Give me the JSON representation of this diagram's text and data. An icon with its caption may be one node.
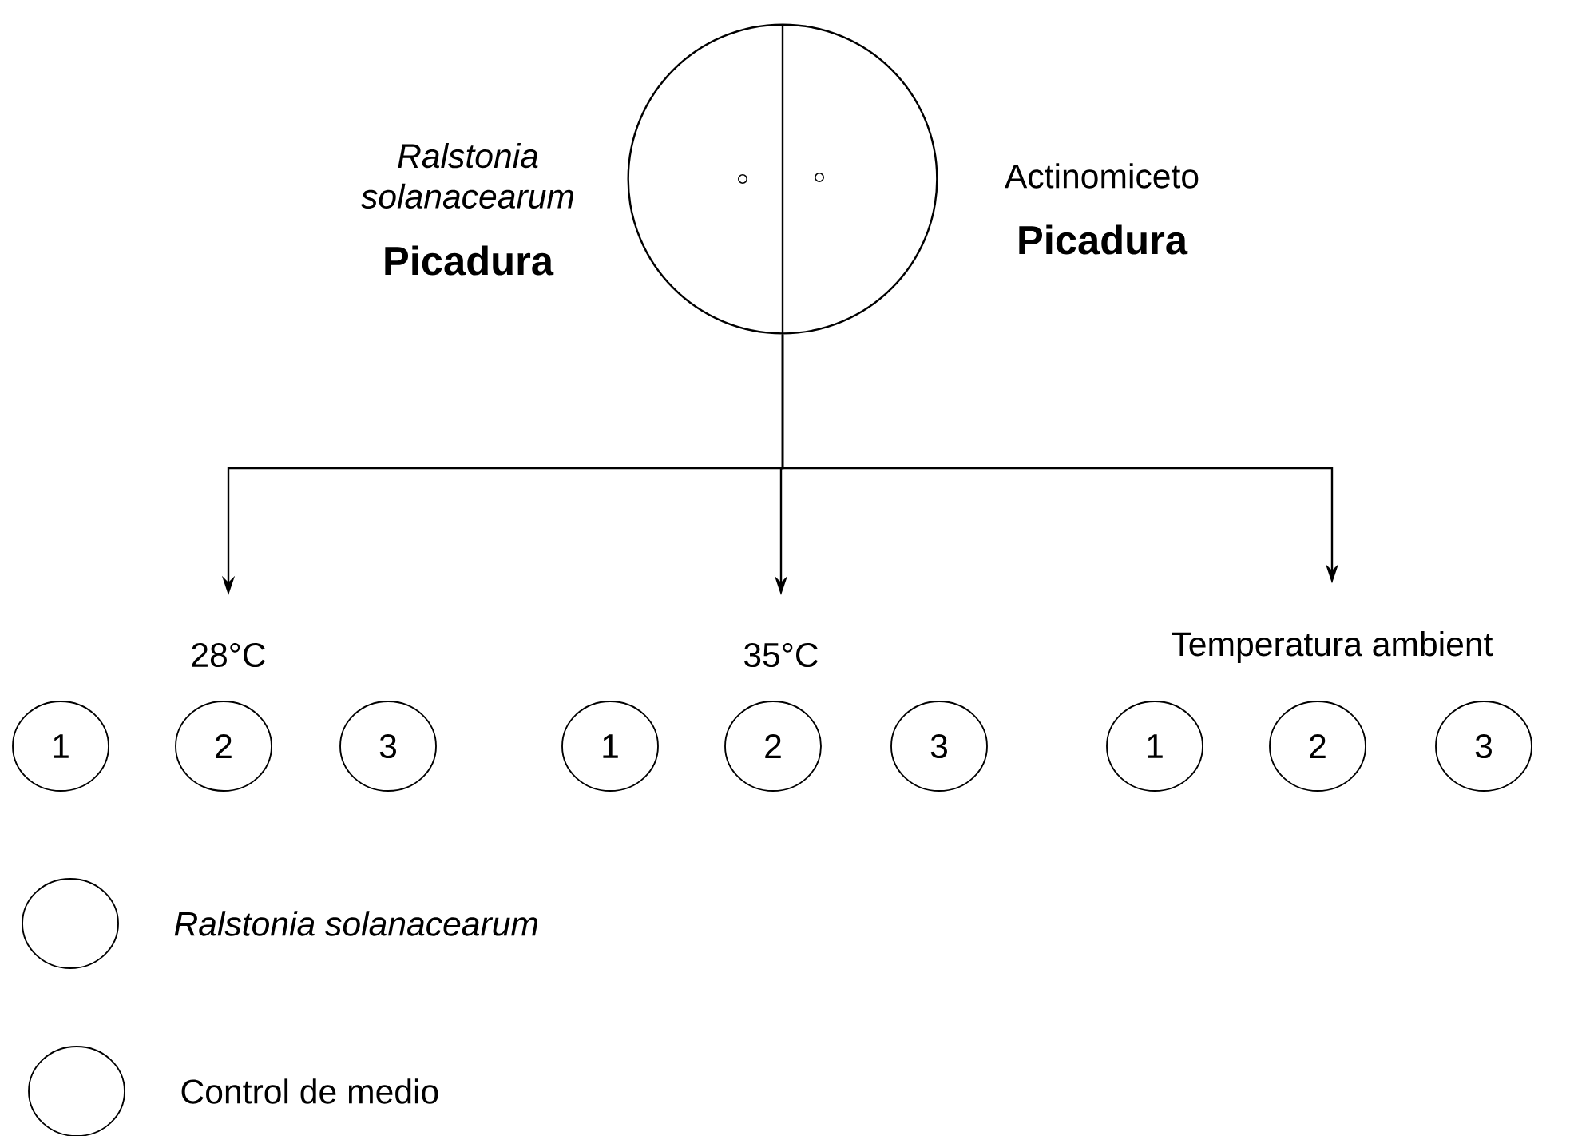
{
  "diagram": {
    "nodes": [
      {
        "text": [],
        "shape": "circle",
        "beside": [
          "Ralstonia solanacearum",
          "Picadura",
          "Actinomiceto",
          "Picadura"
        ]
      },
      {
        "text": [
          "28°C"
        ]
      },
      {
        "text": [
          "35°C"
        ]
      },
      {
        "text": [
          "Temperatura ambient"
        ]
      },
      {
        "text": [
          "1"
        ]
      },
      {
        "text": [
          "2"
        ]
      },
      {
        "text": [
          "3"
        ]
      },
      {
        "text": [
          "1"
        ]
      },
      {
        "text": [
          "2"
        ]
      },
      {
        "text": [
          "3"
        ]
      },
      {
        "text": [
          "1"
        ]
      },
      {
        "text": [
          "2"
        ]
      },
      {
        "text": [
          "3"
        ]
      }
    ],
    "edges": [
      {
        "from": 0,
        "to": 1,
        "arrow": "to"
      },
      {
        "from": 0,
        "to": 2,
        "arrow": "to"
      },
      {
        "from": 0,
        "to": 3,
        "arrow": "to"
      }
    ],
    "legend": [
      {
        "text": "Ralstonia solanacearum"
      },
      {
        "text": "Control de medio"
      }
    ]
  }
}
